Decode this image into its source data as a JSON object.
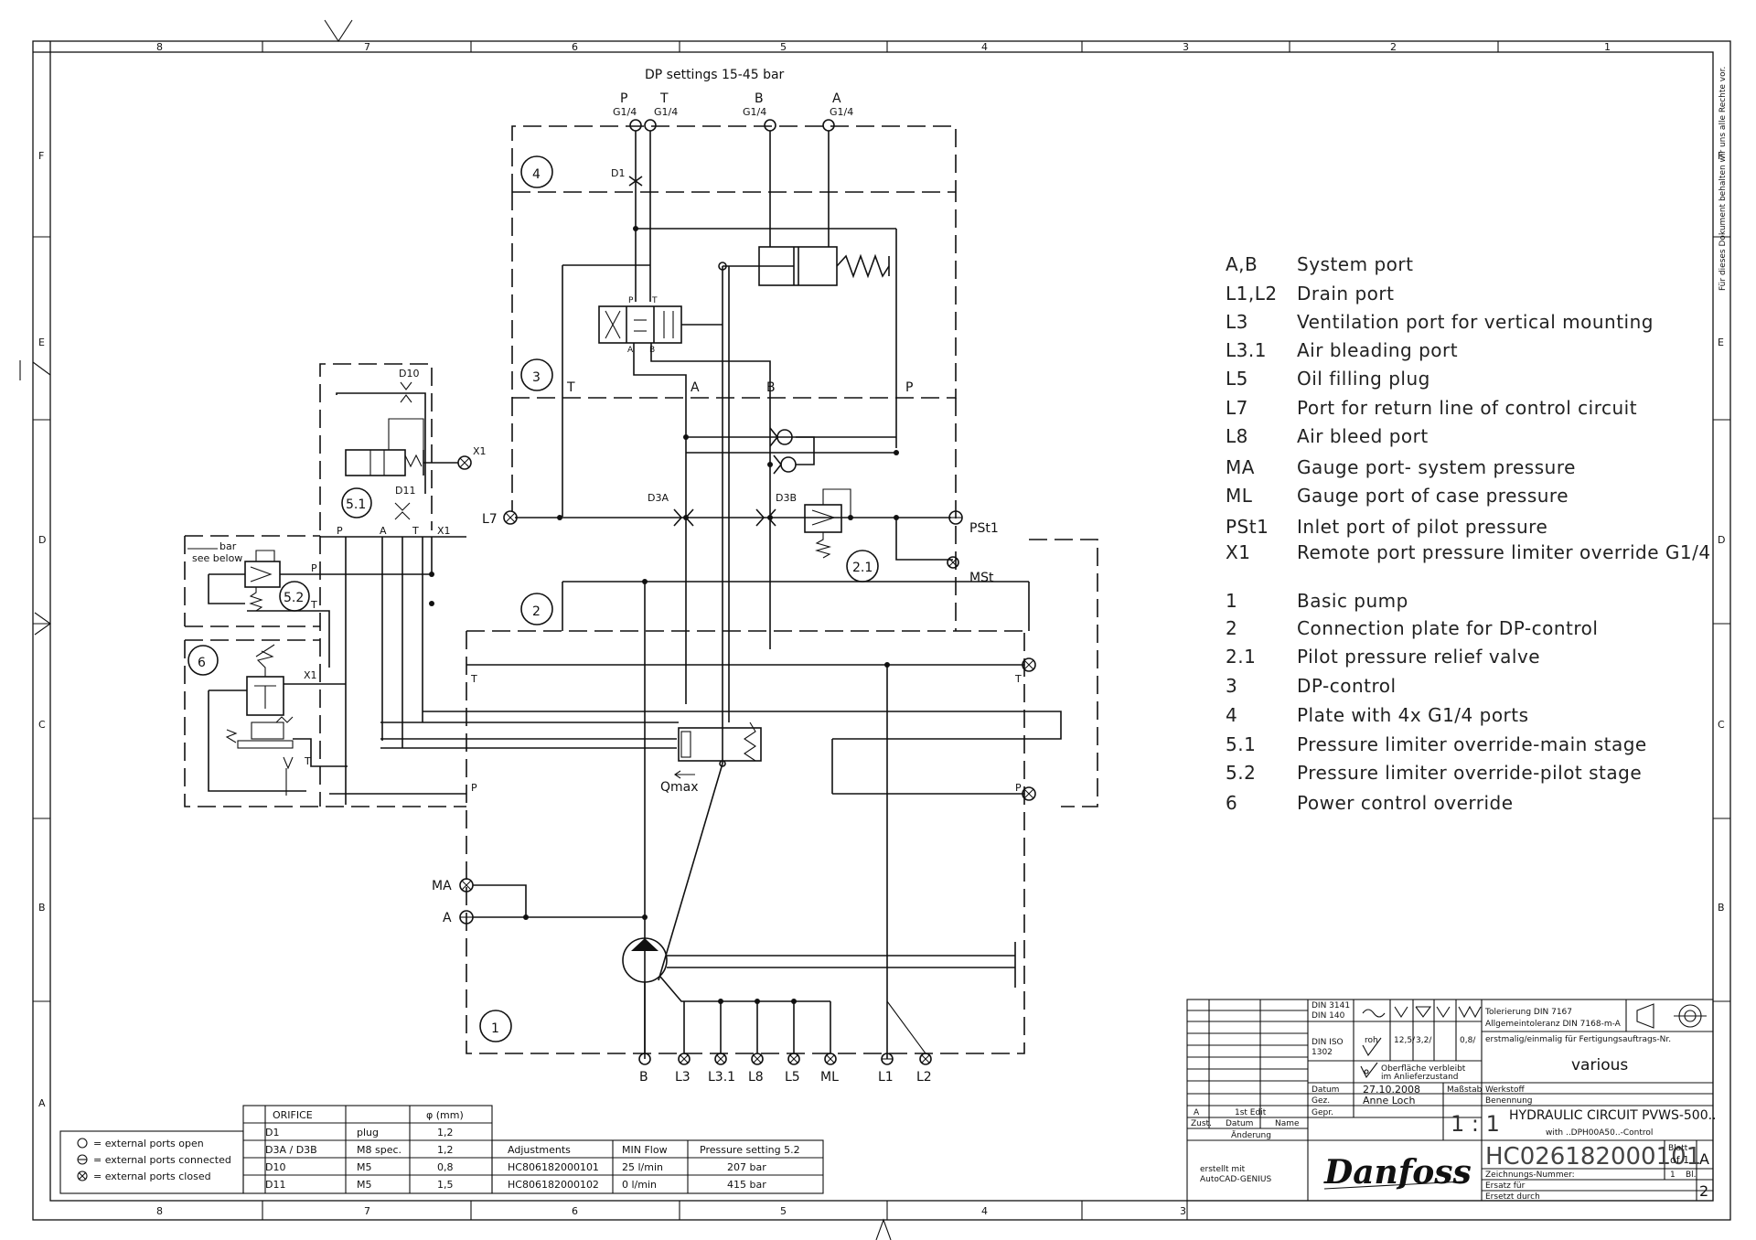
{
  "dp_settings": "DP settings 15-45 bar",
  "frame": {
    "cols_top": [
      "8",
      "7",
      "6",
      "5",
      "4",
      "3",
      "2",
      "1"
    ],
    "cols_bottom": [
      "8",
      "7",
      "6",
      "5",
      "4",
      "3"
    ],
    "rows": [
      "F",
      "E",
      "D",
      "C",
      "B",
      "A"
    ],
    "side_note": "Für dieses Dokument behalten wir uns alle Rechte vor."
  },
  "ports_top": {
    "p": "P",
    "p_size": "G1/4",
    "t": "T",
    "t_size": "G1/4",
    "b": "B",
    "b_size": "G1/4",
    "a": "A",
    "a_size": "G1/4"
  },
  "schematic": {
    "d1": "D1",
    "d10": "D10",
    "d11": "D11",
    "d3a": "D3A",
    "d3b": "D3B",
    "x1": "X1",
    "p": "P",
    "t": "T",
    "a": "A",
    "b": "B",
    "l7": "L7",
    "pst1": "PSt1",
    "mst": "MSt",
    "ma": "MA",
    "qmax": "Qmax",
    "bar_blank": "bar",
    "see_below": "see below",
    "circles": {
      "c4": "4",
      "c3": "3",
      "c2": "2",
      "c21": "2.1",
      "c51": "5.1",
      "c52": "5.2",
      "c6": "6",
      "c1": "1"
    },
    "valve_p": "P",
    "valve_t": "T",
    "valve_a": "A",
    "valve_b": "B"
  },
  "bottom_ports": [
    "B",
    "L3",
    "L3.1",
    "L8",
    "L5",
    "ML",
    "L1",
    "L2"
  ],
  "legend": [
    {
      "code": "A,B",
      "desc": "System port"
    },
    {
      "code": "L1,L2",
      "desc": "Drain port"
    },
    {
      "code": "L3",
      "desc": "Ventilation port for vertical mounting"
    },
    {
      "code": "L3.1",
      "desc": "Air bleading port"
    },
    {
      "code": "L5",
      "desc": "Oil filling plug"
    },
    {
      "code": "L7",
      "desc": "Port for return line of control circuit"
    },
    {
      "code": "L8",
      "desc": "Air bleed port"
    },
    {
      "code": "MA",
      "desc": "Gauge port- system pressure"
    },
    {
      "code": "ML",
      "desc": "Gauge port of case pressure"
    },
    {
      "code": "PSt1",
      "desc": "Inlet port of pilot pressure"
    },
    {
      "code": "X1",
      "desc": "Remote port pressure limiter override G1/4"
    },
    {
      "code": "1",
      "desc": "Basic pump"
    },
    {
      "code": "2",
      "desc": "Connection plate for DP-control"
    },
    {
      "code": "2.1",
      "desc": "Pilot pressure relief valve"
    },
    {
      "code": "3",
      "desc": "DP-control"
    },
    {
      "code": "4",
      "desc": "Plate with 4x G1/4 ports"
    },
    {
      "code": "5.1",
      "desc": "Pressure limiter override-main stage"
    },
    {
      "code": "5.2",
      "desc": "Pressure limiter override-pilot stage"
    },
    {
      "code": "6",
      "desc": "Power control override"
    }
  ],
  "port_key": [
    "= external ports open",
    "= external ports connected",
    "= external ports closed"
  ],
  "orifice_table": {
    "headers": [
      "ORIFICE",
      "",
      "φ (mm)"
    ],
    "rows": [
      [
        "D1",
        "plug",
        "1,2"
      ],
      [
        "D3A / D3B",
        "M8 spec.",
        "1,2"
      ],
      [
        "D10",
        "M5",
        "0,8"
      ],
      [
        "D11",
        "M5",
        "1,5"
      ]
    ]
  },
  "adjustments_table": {
    "headers": [
      "Adjustments",
      "MIN Flow",
      "Pressure setting 5.2"
    ],
    "rows": [
      [
        "HC806182000101",
        "25 l/min",
        "207 bar"
      ],
      [
        "HC806182000102",
        "0 l/min",
        "415 bar"
      ]
    ]
  },
  "title_block": {
    "din3141": "DIN 3141",
    "din140": "DIN 140",
    "din_iso": "DIN ISO",
    "din_iso_no": "1302",
    "roh": "roh",
    "r125": "12,5/",
    "r32": "3,2/",
    "r08": "0,8/",
    "surface_note_1": "Oberfläche verbleibt",
    "surface_note_2": "im Anlieferzustand",
    "tolerance_1": "Tolerierung DIN 7167",
    "tolerance_2": "Allgemeintoleranz DIN 7168-m-A",
    "order_note": "erstmalig/einmalig für Fertigungsauftrags-Nr.",
    "various": "various",
    "datum_label": "Datum",
    "datum": "27.10.2008",
    "gez_label": "Gez.",
    "drawn_by": "Anne Loch",
    "gepr_label": "Gepr.",
    "massstab_label": "Maßstab",
    "scale": "1 : 1",
    "werkstoff_label": "Werkstoff",
    "benennung_label": "Benennung",
    "title_line1": "HYDRAULIC CIRCUIT PVWS-500..",
    "title_line2": "with ..DPH00A50..-Control",
    "rev_a": "A",
    "rev_desc": "1st Edit",
    "zust": "Zust.",
    "datum_col": "Datum",
    "name_col": "Name",
    "aenderung": "Änderung",
    "created_1": "erstellt mit",
    "created_2": "AutoCAD-GENIUS",
    "brand": "Danfoss",
    "drawing_no": "HC026182000101",
    "drawing_no_label": "Zeichnungs-Nummer:",
    "sheet_label": "Blatt",
    "sheet_of": "of 1",
    "sheet_no": "1",
    "bl": "Bl.",
    "rev_letter": "A",
    "rev_num": "2",
    "ersatz_fuer": "Ersatz für",
    "ersetzt_durch": "Ersetzt durch"
  }
}
